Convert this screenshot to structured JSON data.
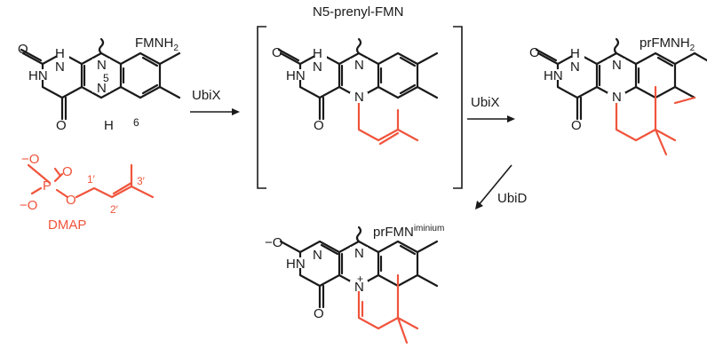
{
  "compounds": {
    "fmnh2": {
      "name": "FMNH",
      "sub": "2",
      "pos5": "5",
      "pos6": "6"
    },
    "n5_prenyl": {
      "name": "N5-prenyl-FMN"
    },
    "prfmnh2": {
      "name": "prFMNH",
      "sub": "2"
    },
    "iminium": {
      "name": "prFMN",
      "sup": "iminium"
    },
    "dmap": {
      "name": "DMAP",
      "p1": "1′",
      "p2": "2′",
      "p3": "3′"
    }
  },
  "atoms": {
    "N": "N",
    "H": "H",
    "O": "O",
    "HN": "HN",
    "P": "P",
    "O_minus": "−O",
    "plus": "+",
    "minus": "−"
  },
  "enzymes": {
    "step1": "UbiX",
    "step2": "UbiX",
    "step3": "UbiD"
  },
  "colors": {
    "ink": "#1a1a1a",
    "prenyl": "#f0543c"
  }
}
